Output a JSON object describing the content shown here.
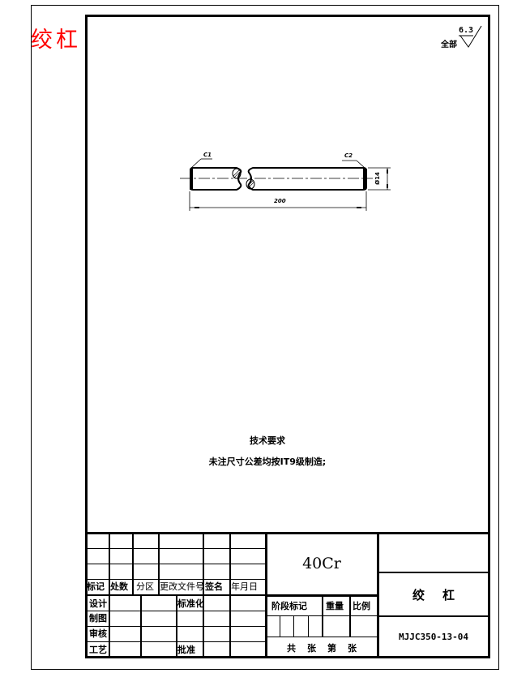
{
  "side_title": "绞杠",
  "roughness": {
    "label": "全部",
    "value": "6.3"
  },
  "drawing": {
    "chamfer_left": "C1",
    "chamfer_right": "C2",
    "length_dim": "200",
    "diameter_dim": "Ø14"
  },
  "technical_requirements": {
    "title": "技术要求",
    "items": [
      "未注尺寸公差均按IT9级制造;"
    ]
  },
  "title_block": {
    "revision_headers": [
      "标记",
      "处数",
      "分区",
      "更改文件号",
      "签名",
      "年月日"
    ],
    "approval_rows": [
      {
        "left": "设计",
        "mid": "标准化"
      },
      {
        "left": "制图",
        "mid": ""
      },
      {
        "left": "审核",
        "mid": ""
      },
      {
        "left": "工艺",
        "mid": "批准"
      }
    ],
    "material": "40Cr",
    "stage_mark_label": "阶段标记",
    "weight_label": "重量",
    "scale_label": "比例",
    "sheets": [
      "共",
      "张",
      "第",
      "张"
    ],
    "part_name": "绞杠",
    "drawing_number": "MJJC350-13-04"
  }
}
